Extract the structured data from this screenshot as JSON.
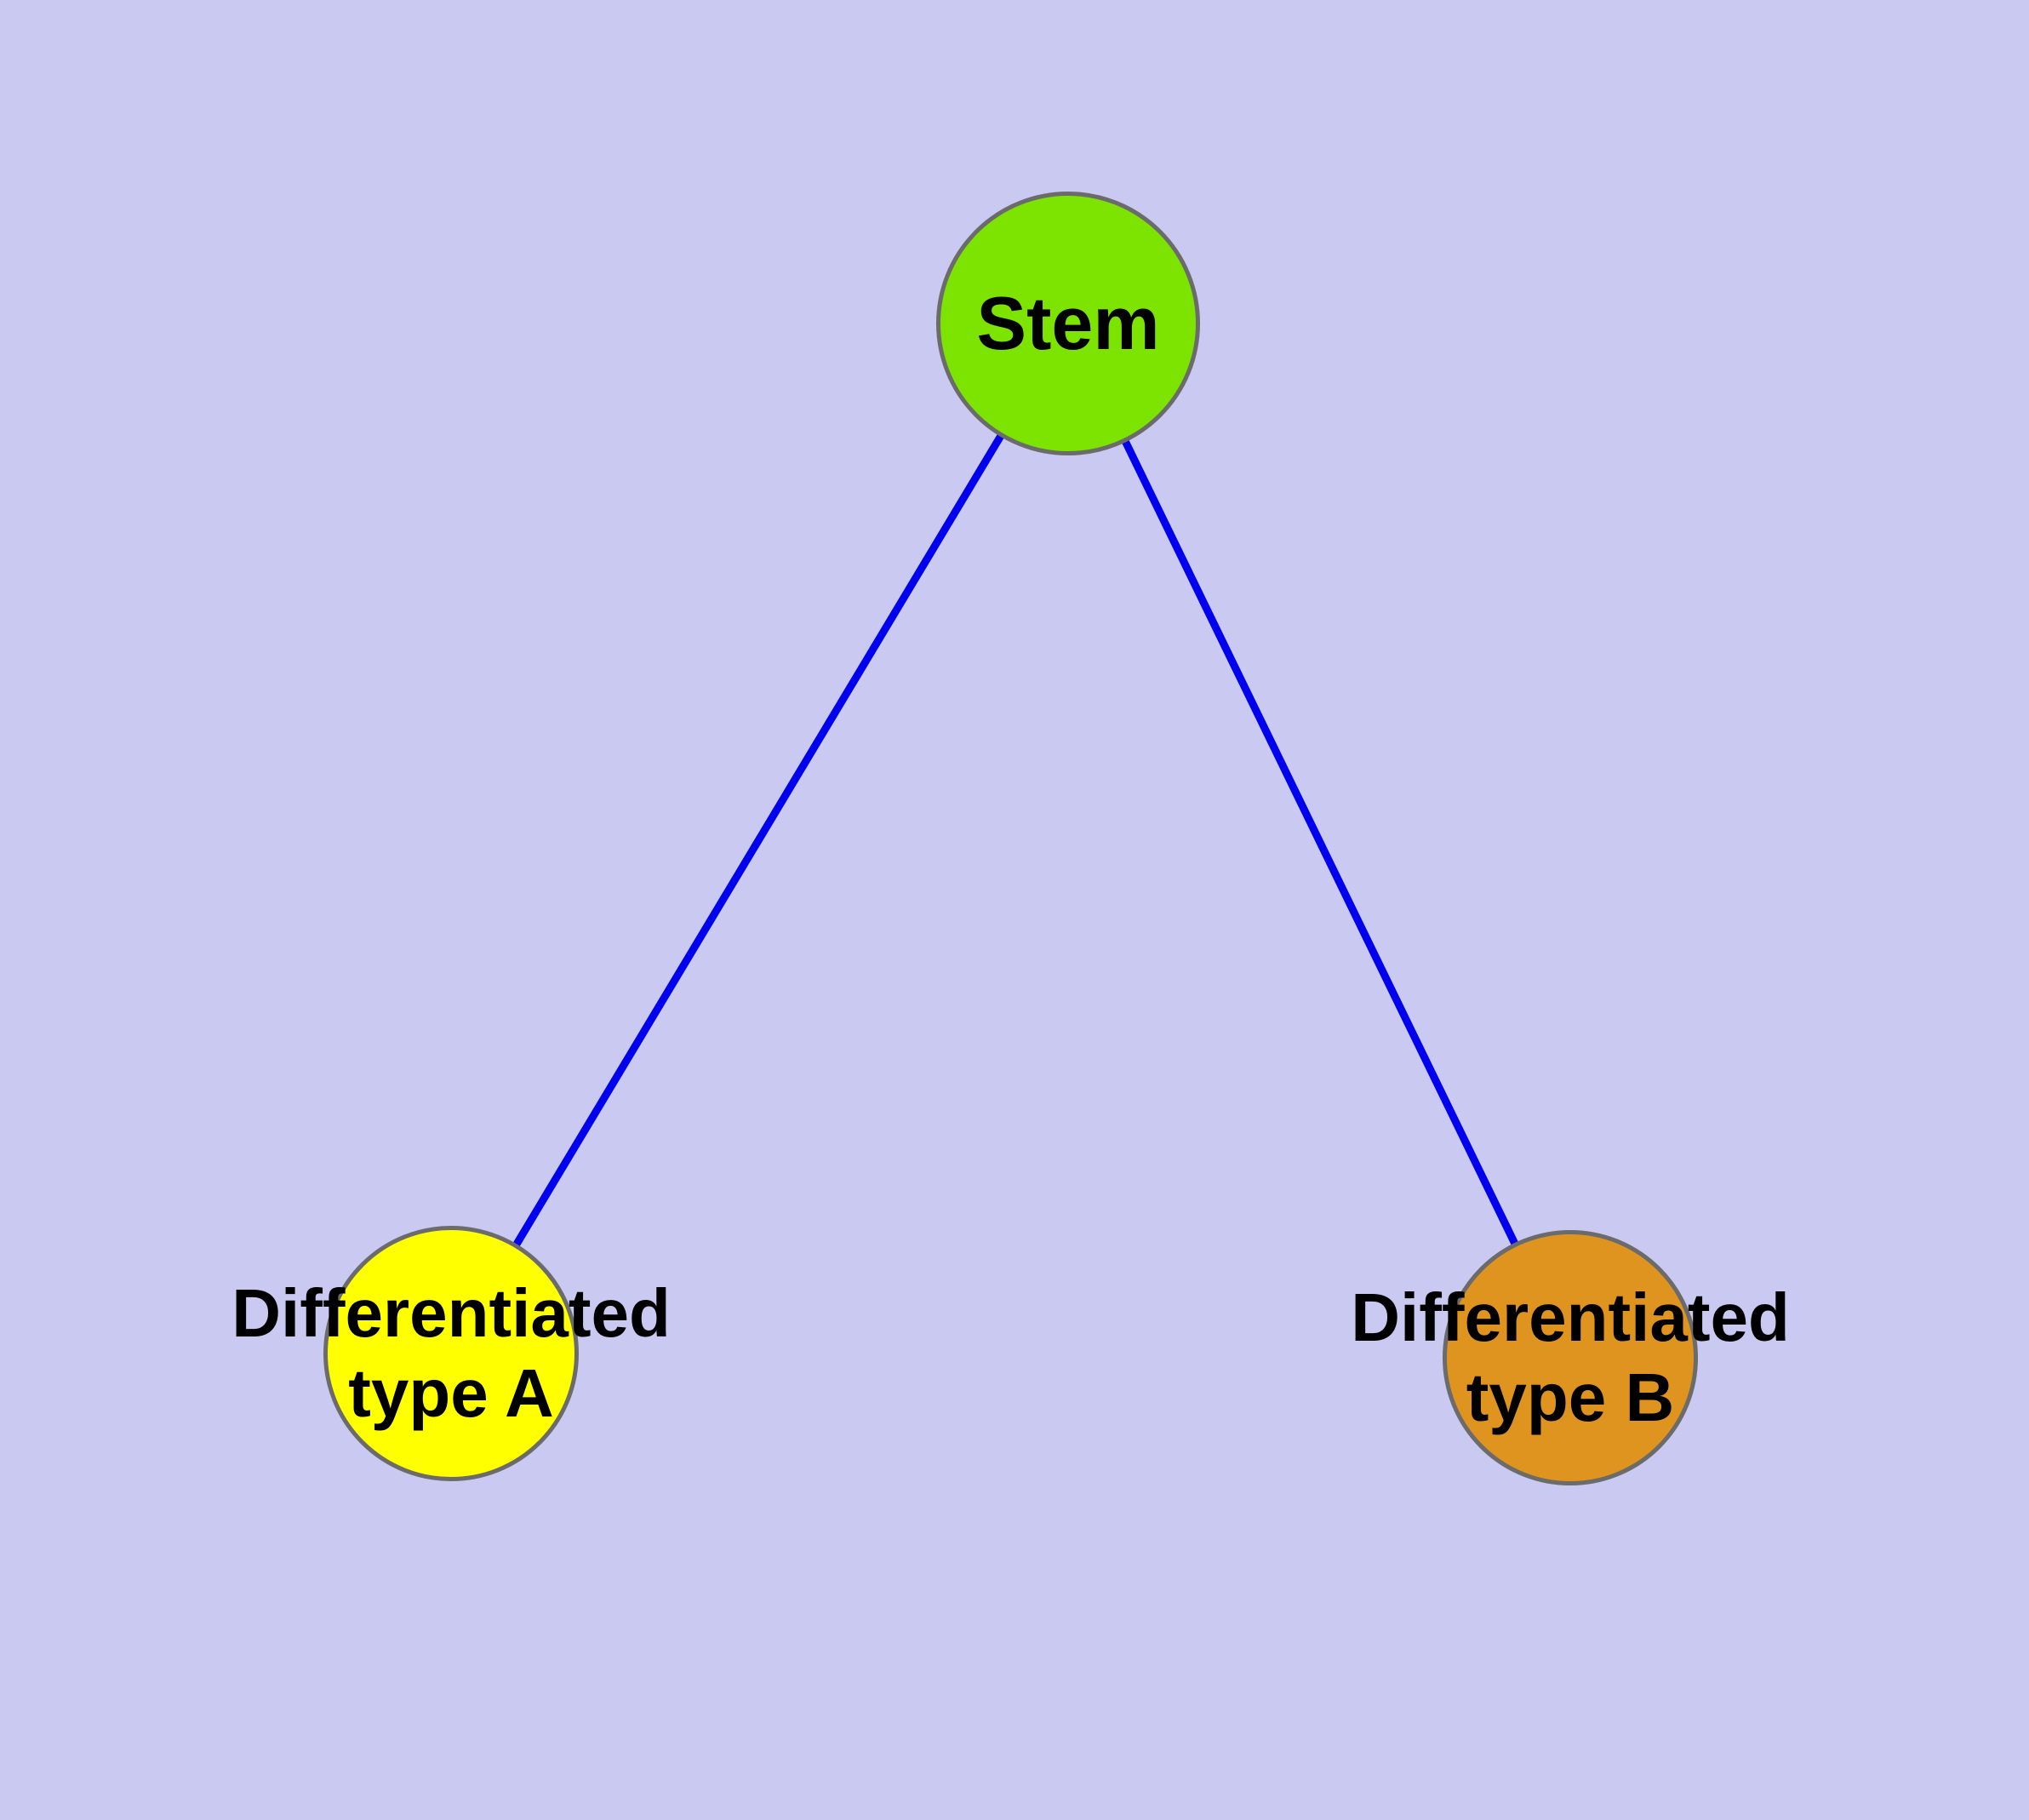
{
  "diagram": {
    "background_color": "#c9c9f1",
    "edge_color": "#0000ee",
    "node_border_color": "#6b6b6b",
    "nodes": {
      "stem": {
        "label": "Stem",
        "fill": "#7ce400"
      },
      "type_a": {
        "label": "Differentiated\ntype A",
        "fill": "#ffff00"
      },
      "type_b": {
        "label": "Differentiated\ntype B",
        "fill": "#e09420"
      }
    },
    "edges": [
      {
        "from": "stem",
        "to": "type_a"
      },
      {
        "from": "stem",
        "to": "type_b"
      }
    ]
  }
}
